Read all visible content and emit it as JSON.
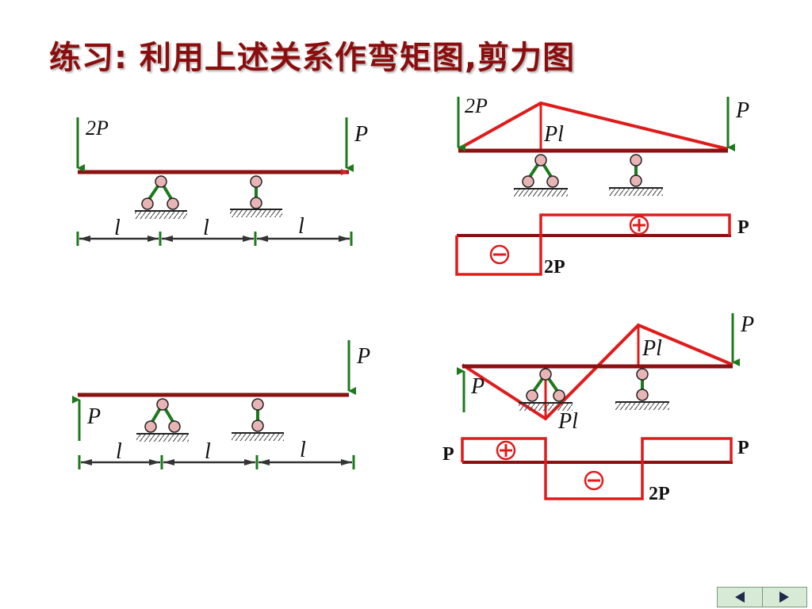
{
  "title": "练习: 利用上述关系作弯矩图,剪力图",
  "labels": {
    "two_p_italic": "2P",
    "p_italic": "P",
    "l": "l",
    "pl": "Pl",
    "p_bold": "P",
    "two_p_bold": "2P",
    "plus": "+",
    "minus": "−"
  },
  "icons": {
    "prev": "prev-triangle-icon",
    "next": "next-triangle-icon"
  },
  "colors": {
    "beam": "#8b1010",
    "diagram": "#e01b1b",
    "load": "#1c7a1c",
    "support_ball": "#e8b4b4",
    "title": "#8b0d0d"
  }
}
